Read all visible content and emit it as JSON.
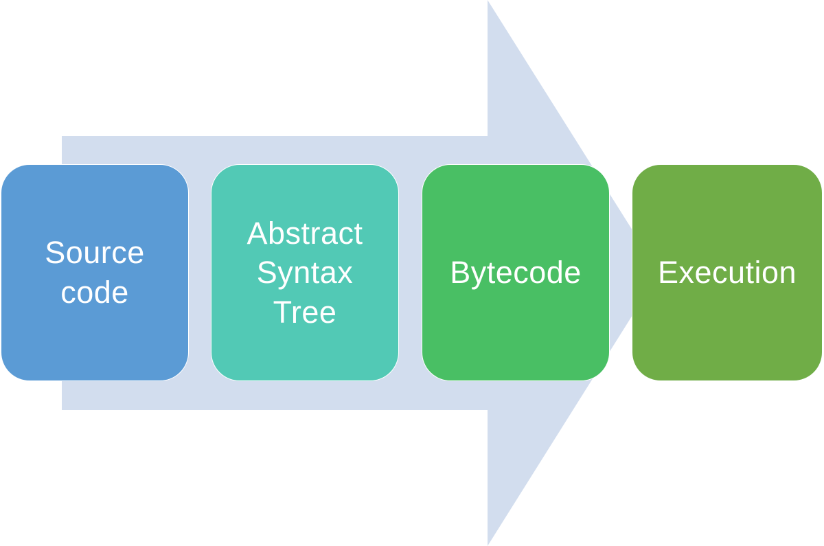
{
  "diagram": {
    "type": "process-flow",
    "direction": "left-to-right",
    "arrow": {
      "color": "#d2ddee"
    },
    "steps": [
      {
        "label": "Source\ncode",
        "color": "#5b9bd5"
      },
      {
        "label": "Abstract\nSyntax\nTree",
        "color": "#52c9b5"
      },
      {
        "label": "Bytecode",
        "color": "#49bf64"
      },
      {
        "label": "Execution",
        "color": "#70ad47"
      }
    ]
  }
}
